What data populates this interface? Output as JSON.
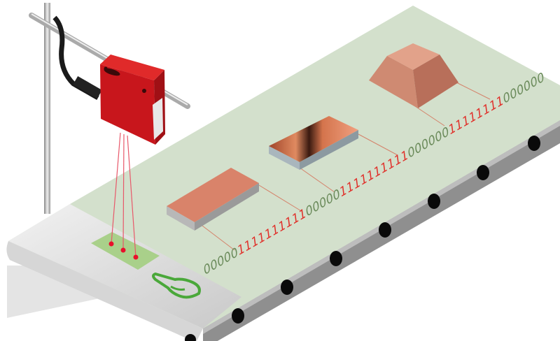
{
  "binary_sequence": {
    "groups": [
      {
        "text": "00000",
        "bit": "0"
      },
      {
        "text": "1111111111",
        "bit": "1"
      },
      {
        "text": "00000",
        "bit": "0"
      },
      {
        "text": "1111111111",
        "bit": "1"
      },
      {
        "text": "000000",
        "bit": "0"
      },
      {
        "text": "11111111",
        "bit": "1"
      },
      {
        "text": "000000",
        "bit": "0"
      }
    ]
  },
  "colors": {
    "zero": "#6a8a5a",
    "one": "#e0302a",
    "belt": "#d3e0cc",
    "sensor": "#c8161c",
    "object": "#d9836a"
  }
}
